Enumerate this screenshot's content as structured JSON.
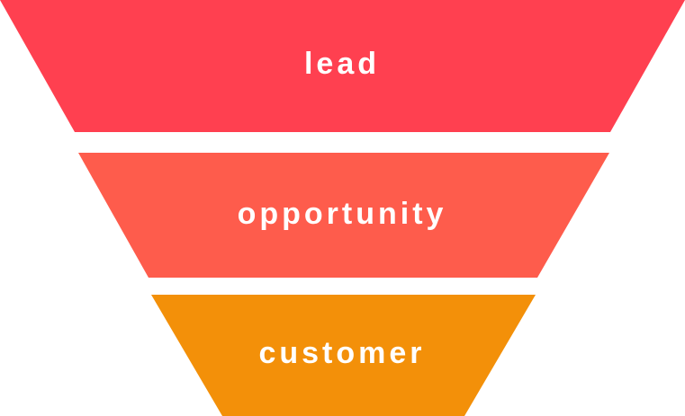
{
  "funnel": {
    "stages": [
      {
        "label": "lead",
        "color": "#FF4050"
      },
      {
        "label": "opportunity",
        "color": "#FE5C4C"
      },
      {
        "label": "customer",
        "color": "#F39009"
      }
    ]
  }
}
